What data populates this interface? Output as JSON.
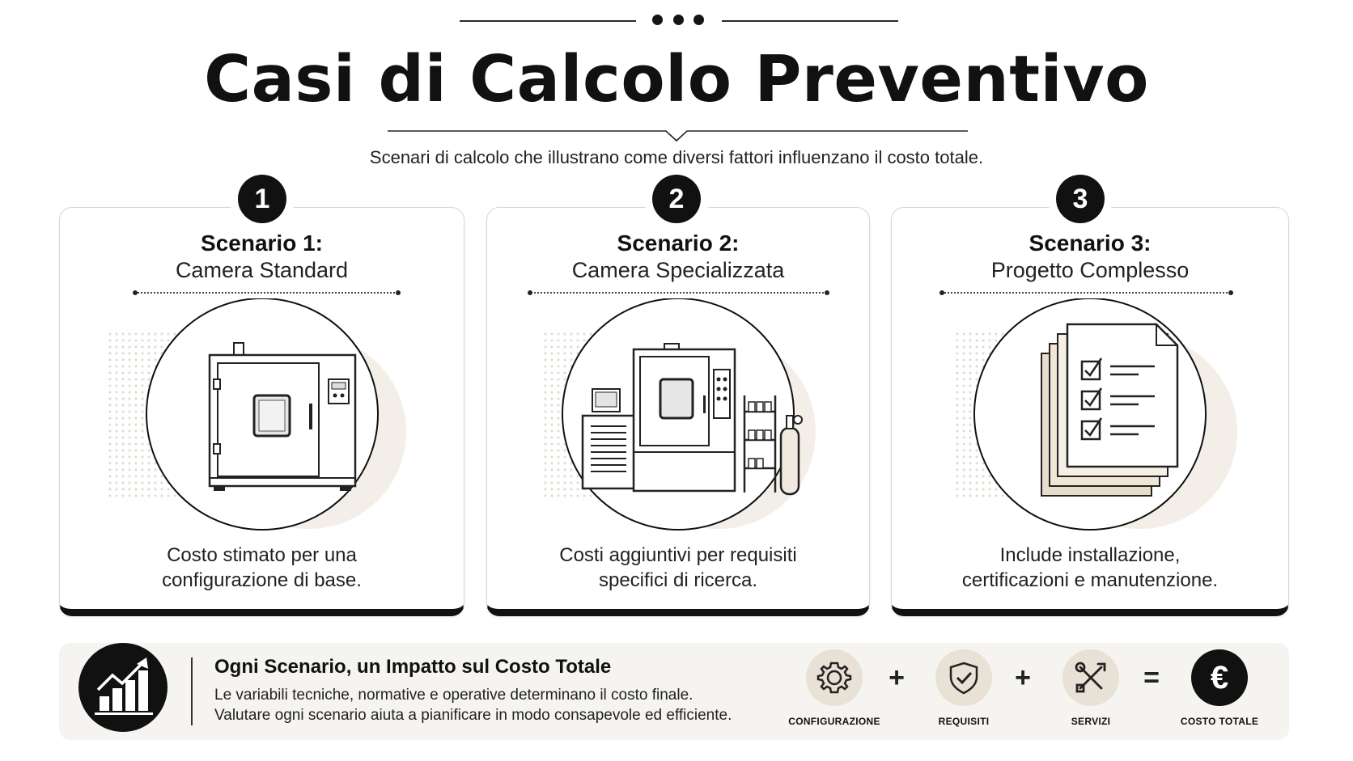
{
  "header": {
    "title": "Casi di Calcolo Preventivo",
    "subtitle": "Scenari di calcolo che illustrano come diversi fattori influenzano il costo totale."
  },
  "scenarios": [
    {
      "number": "1",
      "title": "Scenario 1:",
      "subtitle": "Camera Standard",
      "desc_line1": "Costo stimato per una",
      "desc_line2": "configurazione di base.",
      "icon": "test-chamber-icon"
    },
    {
      "number": "2",
      "title": "Scenario 2:",
      "subtitle": "Camera Specializzata",
      "desc_line1": "Costi aggiuntivi per requisiti",
      "desc_line2": "specifici di ricerca.",
      "icon": "specialized-chamber-icon"
    },
    {
      "number": "3",
      "title": "Scenario 3:",
      "subtitle": "Progetto Complesso",
      "desc_line1": "Include installazione,",
      "desc_line2": "certificazioni e manutenzione.",
      "icon": "checklist-documents-icon"
    }
  ],
  "summary": {
    "title": "Ogni Scenario, un Impatto sul Costo Totale",
    "line1": "Le variabili tecniche, normative e operative determinano il costo finale.",
    "line2": "Valutare ogni scenario aiuta a pianificare in modo consapevole ed efficiente.",
    "equation": [
      {
        "label": "CONFIGURAZIONE",
        "icon": "gear-icon"
      },
      {
        "op": "+"
      },
      {
        "label": "REQUISITI",
        "icon": "shield-check-icon"
      },
      {
        "op": "+"
      },
      {
        "label": "SERVIZI",
        "icon": "tools-icon"
      },
      {
        "op": "="
      },
      {
        "label": "COSTO TOTALE",
        "icon": "euro-icon",
        "symbol": "€"
      }
    ]
  },
  "colors": {
    "accent_dark": "#111111",
    "beige": "#e8e1d6",
    "panel": "#f6f4f0"
  }
}
